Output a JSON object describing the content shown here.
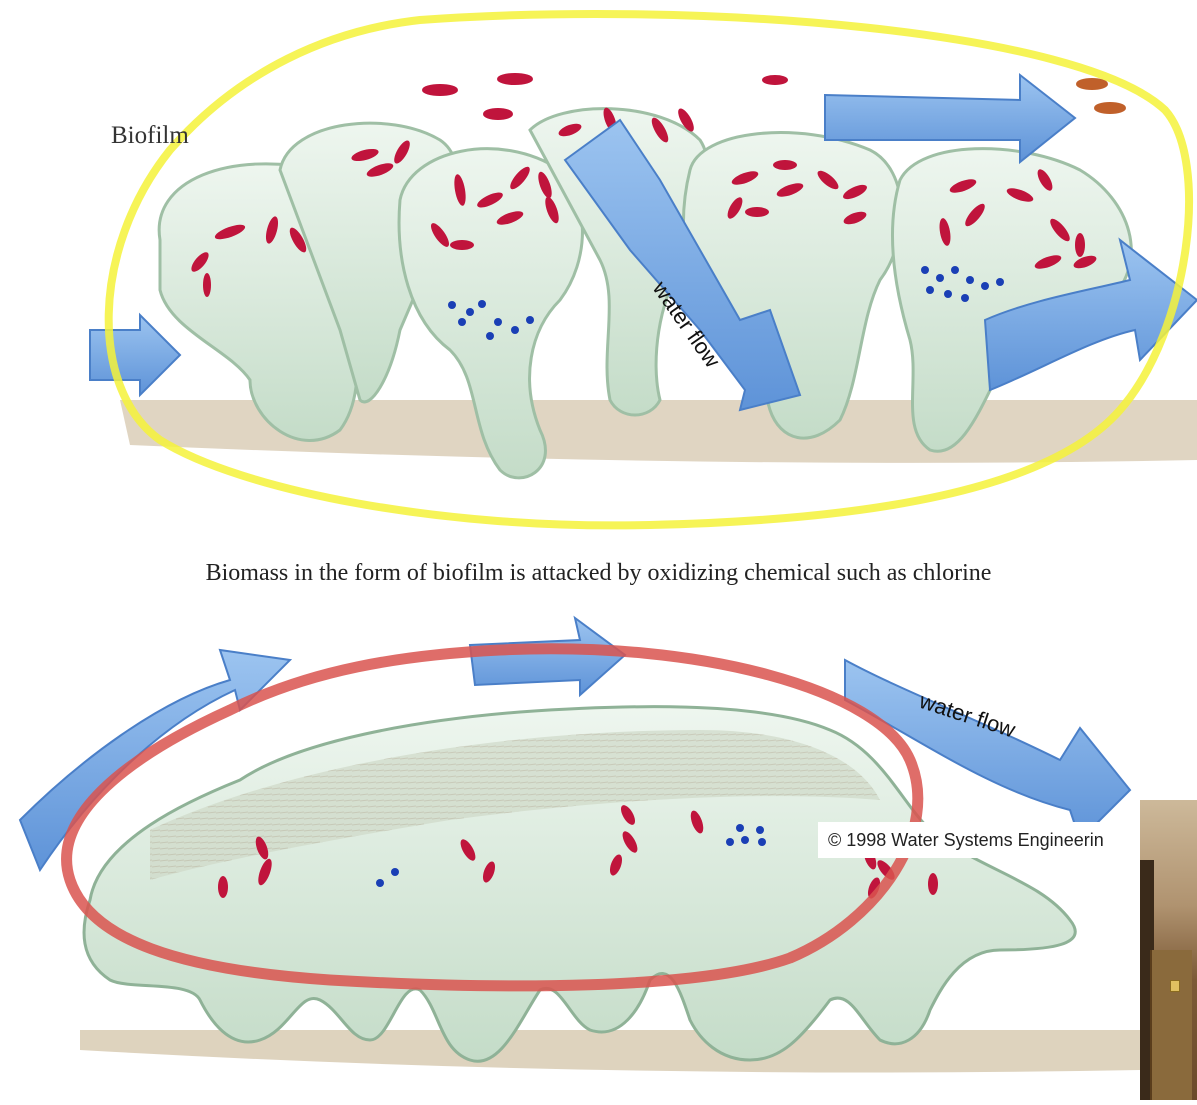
{
  "labels": {
    "biofilm": "Biofilm",
    "caption": "Biomass in the form of biofilm is attacked by oxidizing chemical such as chlorine",
    "water_flow_top": "water flow",
    "water_flow_bottom": "water flow",
    "copyright": "© 1998 Water Systems Engineerin"
  },
  "colors": {
    "highlight_top": "#f5f23a",
    "highlight_bottom": "#d9534f",
    "biofilm_fill": "#dfeee3",
    "biofilm_stroke": "#9fbfa5",
    "bacteria_red": "#c0143c",
    "bacteria_blue": "#1a3fb5",
    "arrow_blue": "#6fa6e6",
    "ground": "#d8cbb3"
  }
}
